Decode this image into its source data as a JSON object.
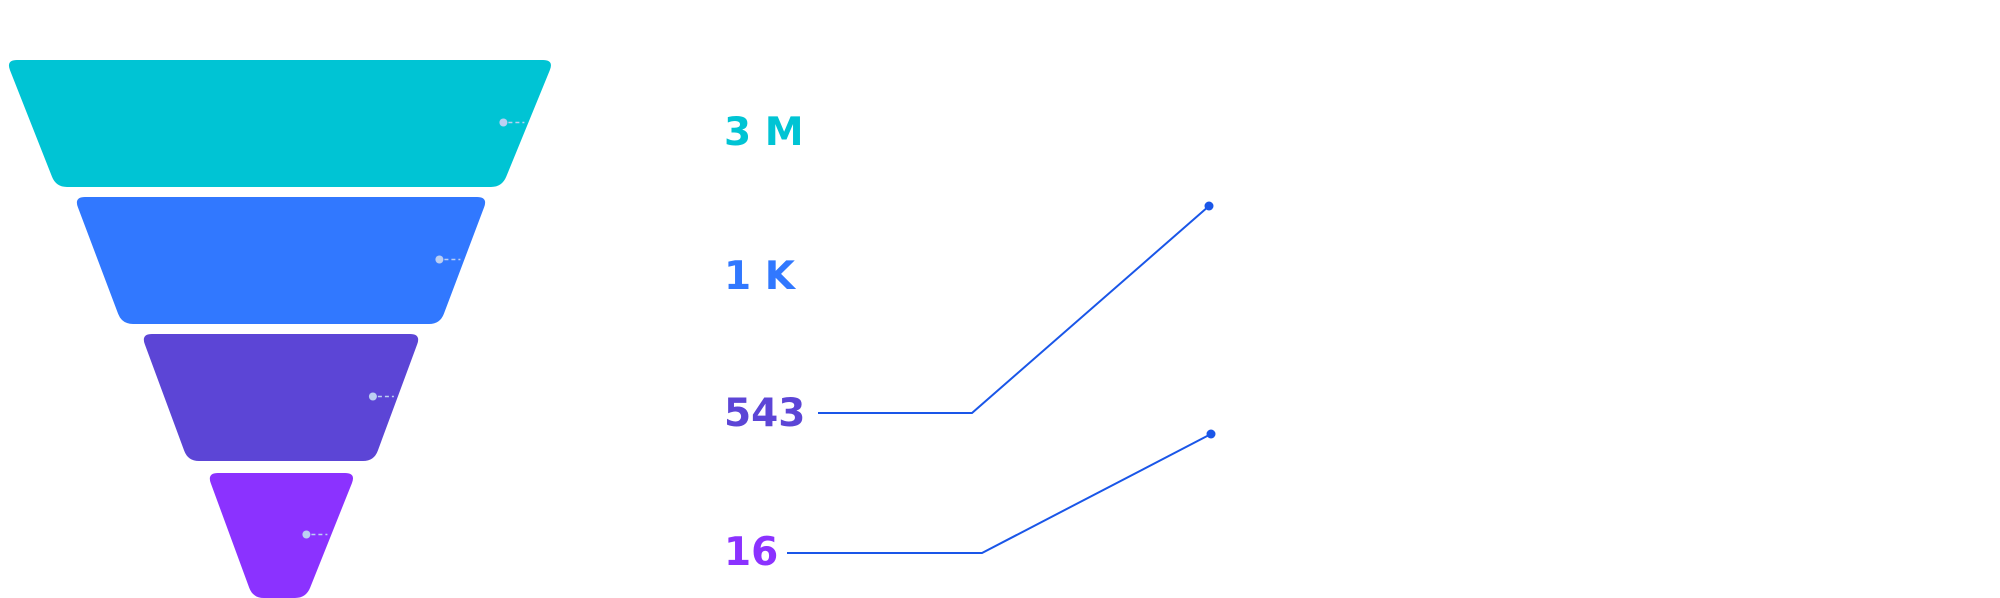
{
  "chart_data": {
    "type": "funnel",
    "stages": [
      {
        "value_label": "3 M",
        "value": 3000000,
        "color": "#00C4D4"
      },
      {
        "value_label": "1 K",
        "value": 1000,
        "color": "#3178FF"
      },
      {
        "value_label": "543",
        "value": 543,
        "color": "#5C45D6"
      },
      {
        "value_label": "16",
        "value": 16,
        "color": "#8B32FF"
      }
    ],
    "callout_color": "#1A56E8",
    "marker_color": "#BCCFF2"
  }
}
